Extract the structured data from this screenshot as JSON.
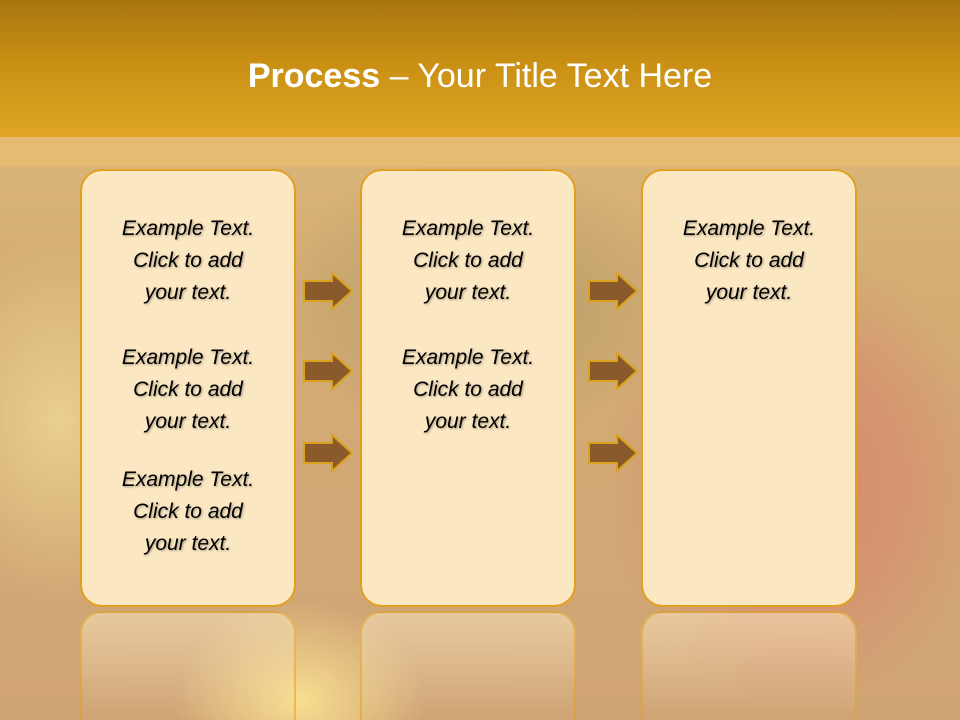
{
  "slide": {
    "title_bold": "Process",
    "title_rest": " – Your Title Text Here"
  },
  "columns": [
    {
      "items": [
        {
          "line1": "Example Text.",
          "line2": "Click  to add",
          "line3": "your text."
        },
        {
          "line1": "Example Text.",
          "line2": "Click  to add",
          "line3": "your text."
        },
        {
          "line1": "Example Text.",
          "line2": "Click  to add",
          "line3": "your text."
        }
      ]
    },
    {
      "items": [
        {
          "line1": "Example Text.",
          "line2": "Click  to add",
          "line3": "your text."
        },
        {
          "line1": "Example Text.",
          "line2": "Click  to add",
          "line3": "your text."
        }
      ]
    },
    {
      "items": [
        {
          "line1": "Example Text.",
          "line2": "Click  to add",
          "line3": "your text."
        }
      ]
    }
  ],
  "colors": {
    "header": "#c98f14",
    "box_fill": "#fbe7c2",
    "box_border": "#e0a020",
    "arrow_fill": "#8a5a2a",
    "arrow_stroke": "#d9a11e"
  },
  "icons": [
    "arrow-right-icon"
  ]
}
